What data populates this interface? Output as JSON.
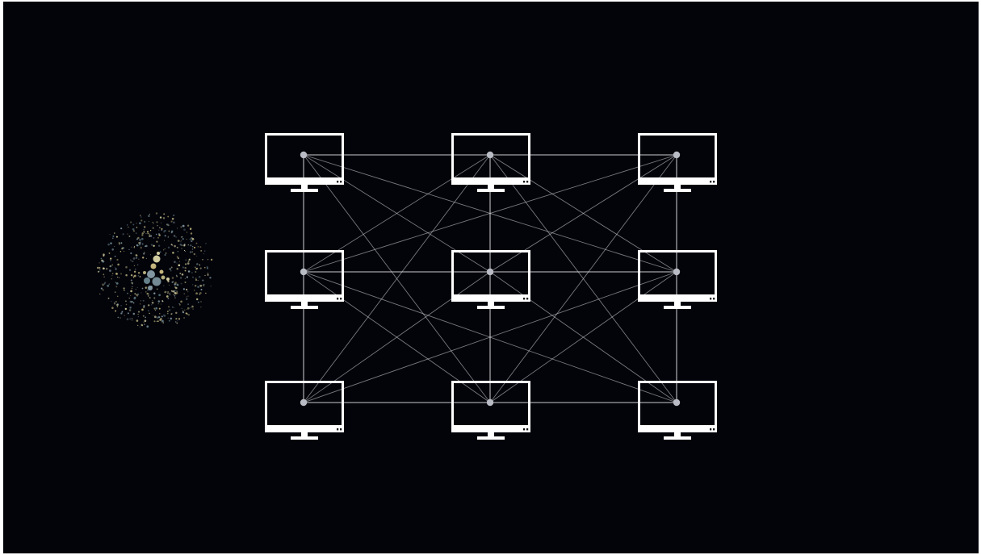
{
  "diagram": {
    "background_color": "#03040a",
    "monitor_color": "#ffffff",
    "node_color": "#b9bcc4",
    "link_color": "#d8dadf",
    "grid": {
      "rows": 3,
      "cols": 3
    },
    "nodes": [
      {
        "id": "r1c1",
        "row": 1,
        "col": 1
      },
      {
        "id": "r1c2",
        "row": 1,
        "col": 2
      },
      {
        "id": "r1c3",
        "row": 1,
        "col": 3
      },
      {
        "id": "r2c1",
        "row": 2,
        "col": 1
      },
      {
        "id": "r2c2",
        "row": 2,
        "col": 2
      },
      {
        "id": "r2c3",
        "row": 2,
        "col": 3
      },
      {
        "id": "r3c1",
        "row": 3,
        "col": 1
      },
      {
        "id": "r3c2",
        "row": 3,
        "col": 2
      },
      {
        "id": "r3c3",
        "row": 3,
        "col": 3
      }
    ],
    "links": [
      [
        "r1c1",
        "r1c2"
      ],
      [
        "r1c2",
        "r1c3"
      ],
      [
        "r2c1",
        "r2c2"
      ],
      [
        "r2c2",
        "r2c3"
      ],
      [
        "r3c1",
        "r3c2"
      ],
      [
        "r3c2",
        "r3c3"
      ],
      [
        "r1c1",
        "r2c1"
      ],
      [
        "r2c1",
        "r3c1"
      ],
      [
        "r1c2",
        "r2c2"
      ],
      [
        "r2c2",
        "r3c2"
      ],
      [
        "r1c3",
        "r2c3"
      ],
      [
        "r2c3",
        "r3c3"
      ],
      [
        "r1c1",
        "r2c2"
      ],
      [
        "r1c2",
        "r2c1"
      ],
      [
        "r1c2",
        "r2c3"
      ],
      [
        "r1c3",
        "r2c2"
      ],
      [
        "r2c1",
        "r3c2"
      ],
      [
        "r2c2",
        "r3c1"
      ],
      [
        "r2c2",
        "r3c3"
      ],
      [
        "r2c3",
        "r3c2"
      ],
      [
        "r1c1",
        "r3c2"
      ],
      [
        "r1c2",
        "r3c1"
      ],
      [
        "r1c2",
        "r3c3"
      ],
      [
        "r1c3",
        "r3c2"
      ],
      [
        "r1c1",
        "r2c3"
      ],
      [
        "r1c3",
        "r2c1"
      ],
      [
        "r2c1",
        "r3c3"
      ],
      [
        "r2c3",
        "r3c1"
      ]
    ],
    "particle_cluster": {
      "icon": "particle-swarm-icon",
      "colors": [
        "#d9c98a",
        "#8fa6b0",
        "#c6c08a",
        "#6f8e98",
        "#e8e2b0"
      ]
    }
  }
}
